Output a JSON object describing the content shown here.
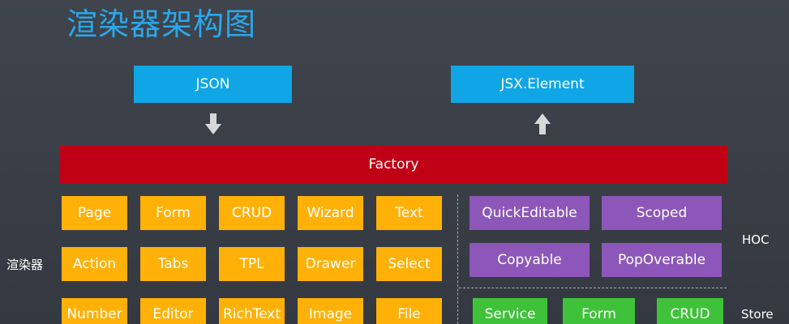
{
  "title": "渲染器架构图",
  "top_nodes": {
    "input": "JSON",
    "output": "JSX.Element"
  },
  "factory_label": "Factory",
  "renderers_label": "渲染器",
  "renderers": [
    [
      "Page",
      "Form",
      "CRUD",
      "Wizard",
      "Text"
    ],
    [
      "Action",
      "Tabs",
      "TPL",
      "Drawer",
      "Select"
    ],
    [
      "Number",
      "Editor",
      "RichText",
      "Image",
      "File"
    ]
  ],
  "hoc_label": "HOC",
  "hoc_items": [
    "QuickEditable",
    "Scoped",
    "Copyable",
    "PopOverable"
  ],
  "store_label": "Store",
  "store_items": [
    "Service",
    "Form",
    "CRUD"
  ],
  "colors": {
    "blue": "#10a6e6",
    "red": "#c00015",
    "orange": "#ffb108",
    "purple": "#8c57b8",
    "green": "#3fc23a",
    "title": "#2aa7ea"
  }
}
